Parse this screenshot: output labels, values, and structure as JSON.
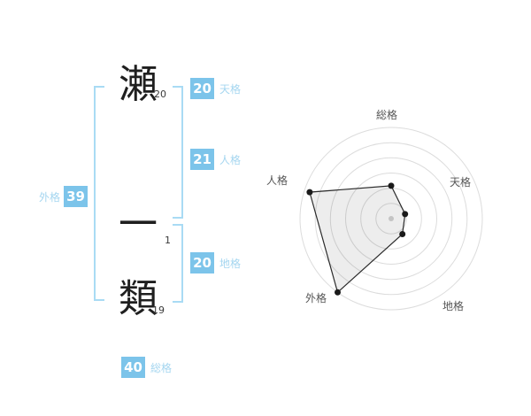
{
  "name_diagram": {
    "characters": [
      {
        "char": "瀬",
        "strokes": "20"
      },
      {
        "char": "一",
        "strokes": "1"
      },
      {
        "char": "類",
        "strokes": "19"
      }
    ],
    "badges": {
      "tenkaku": {
        "value": "20",
        "label": "天格"
      },
      "jinkaku": {
        "value": "21",
        "label": "人格"
      },
      "chikaku": {
        "value": "20",
        "label": "地格"
      },
      "gaikaku": {
        "value": "39",
        "label": "外格"
      },
      "soukaku": {
        "value": "40",
        "label": "総格"
      }
    },
    "accent_color": "#7cc4ea",
    "label_color": "#a5d6f0",
    "bracket_color": "#a9dbf4"
  },
  "chart_data": {
    "type": "radar",
    "title": "",
    "categories": [
      "総格",
      "天格",
      "地格",
      "外格",
      "人格"
    ],
    "values": [
      36,
      16,
      21,
      100,
      94
    ],
    "max": 100,
    "rings": 6,
    "ring_color": "#dcdcdc",
    "polygon_fill": "rgba(0,0,0,0.07)",
    "polygon_stroke": "#2a2a2a",
    "point_color": "#1a1a1a",
    "center_dot_color": "#c4c4c4",
    "legend": "none",
    "grid": "concentric-circles"
  }
}
